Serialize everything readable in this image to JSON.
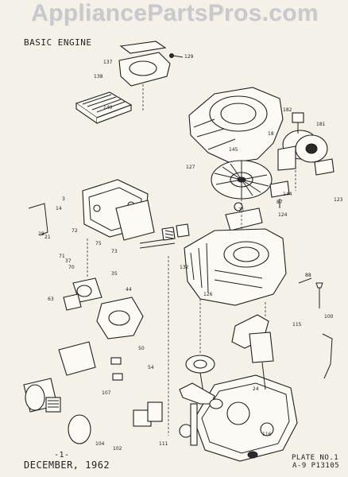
{
  "watermark": "AppliancePartsPros.com",
  "title": "BASIC ENGINE",
  "footer": {
    "page_number": "-1-",
    "date": "DECEMBER, 1962",
    "plate": "PLATE NO.1",
    "plate_id": "A-9  P13105"
  },
  "callouts": [
    "129",
    "137",
    "138",
    "140",
    "182",
    "181",
    "18",
    "145",
    "127",
    "144",
    "124",
    "123",
    "24",
    "70",
    "71",
    "75",
    "72",
    "73",
    "63",
    "132",
    "126",
    "115",
    "3",
    "14",
    "21",
    "28",
    "35",
    "37",
    "44",
    "50",
    "54",
    "71",
    "87",
    "88",
    "100",
    "102",
    "104",
    "107",
    "111",
    "116"
  ]
}
